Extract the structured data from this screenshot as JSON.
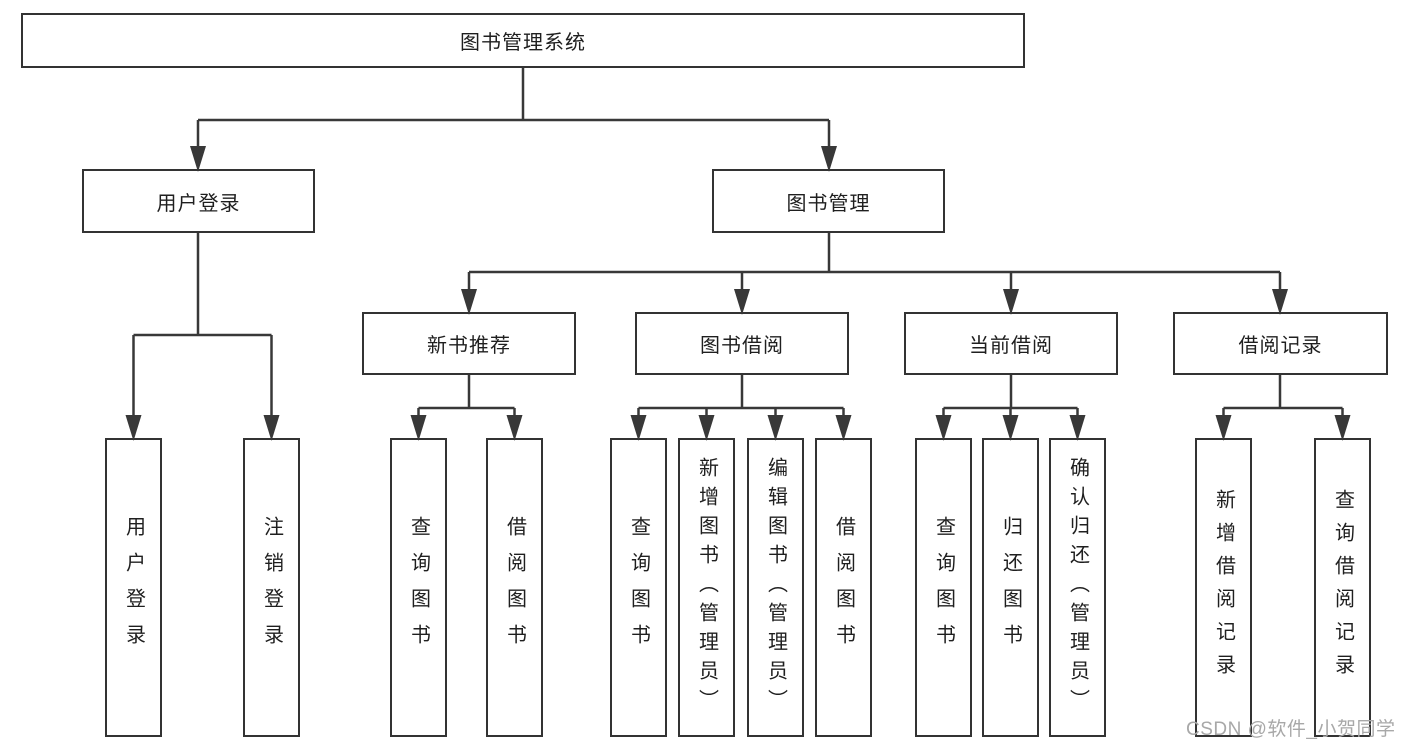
{
  "root": {
    "label": "图书管理系统"
  },
  "user_login": {
    "label": "用户登录",
    "children": [
      {
        "label": "用户登录"
      },
      {
        "label": "注销登录"
      }
    ]
  },
  "book_management": {
    "label": "图书管理",
    "sections": [
      {
        "label": "新书推荐",
        "children": [
          {
            "label": "查询图书"
          },
          {
            "label": "借阅图书"
          }
        ]
      },
      {
        "label": "图书借阅",
        "children": [
          {
            "label": "查询图书"
          },
          {
            "label": "新增图书（管理员）"
          },
          {
            "label": "编辑图书（管理员）"
          },
          {
            "label": "借阅图书"
          }
        ]
      },
      {
        "label": "当前借阅",
        "children": [
          {
            "label": "查询图书"
          },
          {
            "label": "归还图书"
          },
          {
            "label": "确认归还（管理员）"
          }
        ]
      },
      {
        "label": "借阅记录",
        "children": [
          {
            "label": "新增借阅记录"
          },
          {
            "label": "查询借阅记录"
          }
        ]
      }
    ]
  },
  "watermark": "CSDN @软件_小贺同学"
}
